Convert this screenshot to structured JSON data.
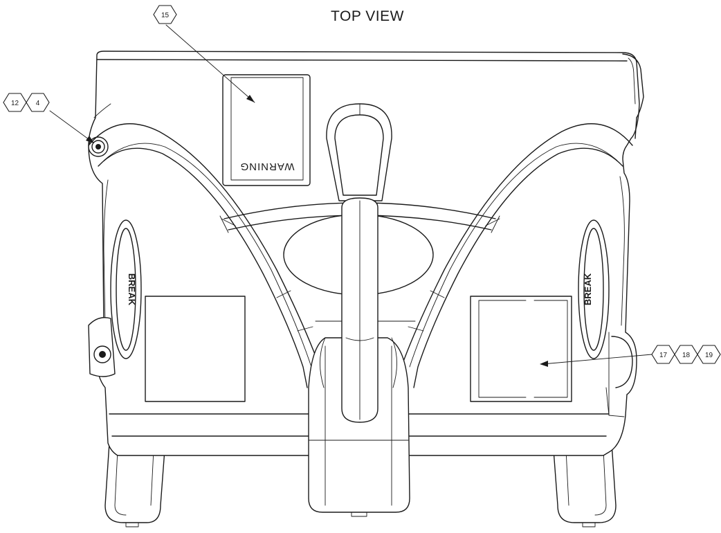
{
  "title": "TOP VIEW",
  "warning_label": "WARNING",
  "balloons": {
    "b12": "12",
    "b4": "4",
    "b15": "15",
    "b17": "17",
    "b18": "18",
    "b19": "19"
  },
  "colors": {
    "line": "#1a1a1a",
    "background": "#ffffff"
  }
}
